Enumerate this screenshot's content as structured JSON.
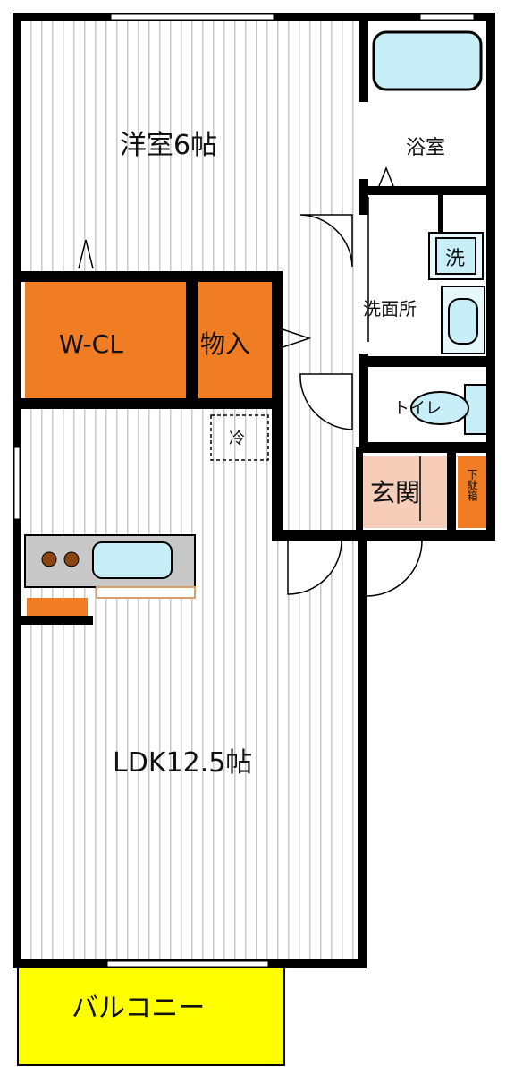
{
  "floor_plan": {
    "rooms": {
      "western_room": {
        "label": "洋室6帖"
      },
      "bathroom": {
        "label": "浴室"
      },
      "washroom": {
        "label": "洗面所"
      },
      "washer": {
        "label": "洗"
      },
      "walk_in_closet": {
        "label": "W-CL"
      },
      "storage": {
        "label": "物入"
      },
      "toilet": {
        "label": "トイレ"
      },
      "fridge": {
        "label": "冷"
      },
      "entrance": {
        "label": "玄関"
      },
      "shoe_box": {
        "label": "下駄箱"
      },
      "ldk": {
        "label": "LDK12.5帖"
      },
      "balcony": {
        "label": "バルコニー"
      }
    },
    "colors": {
      "wall": "#000000",
      "floor_stripe": "#c8c8c8",
      "storage_fill": "#f07c23",
      "entrance_fill": "#f5cdb9",
      "balcony_fill": "#ffff00",
      "fixture_fill": "#c8eef8",
      "counter_fill": "#c8c8c8",
      "stove_burner": "#8b4513"
    }
  }
}
